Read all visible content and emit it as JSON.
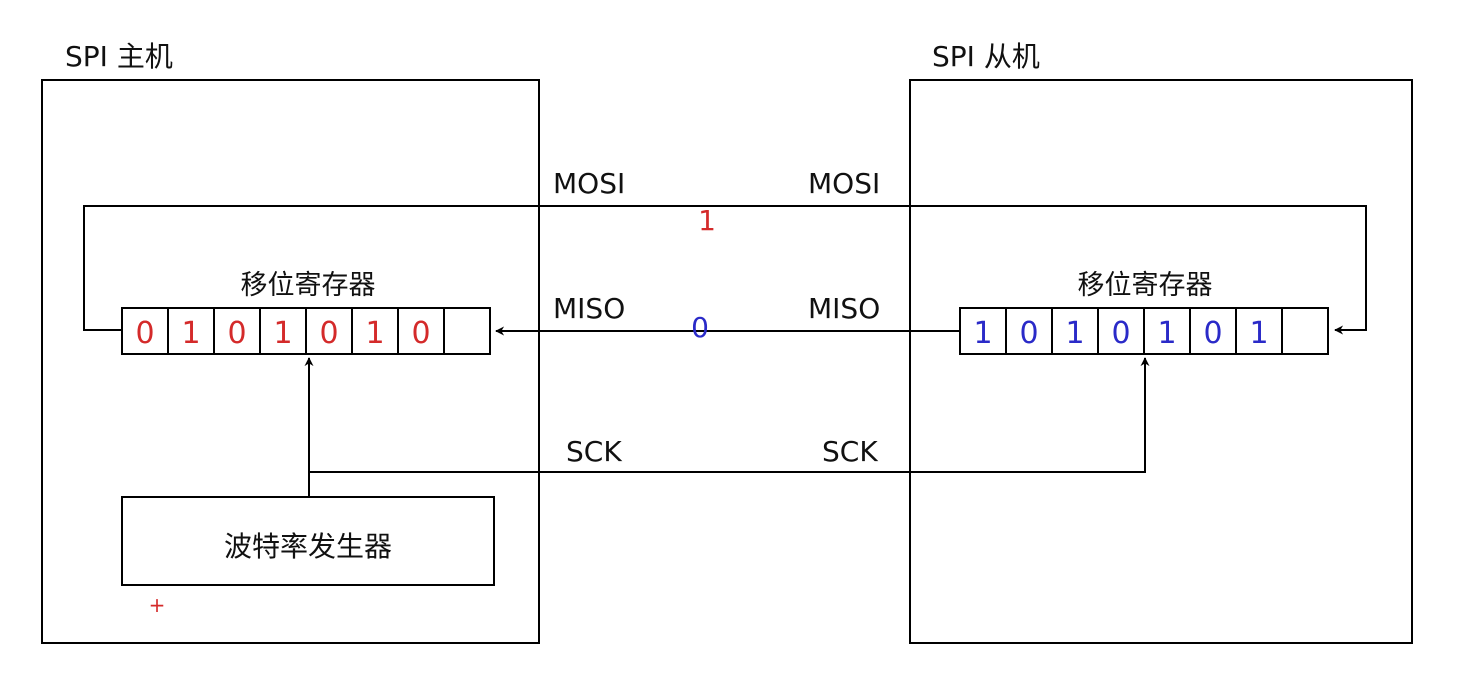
{
  "master": {
    "title": "SPI 主机",
    "register_label": "移位寄存器",
    "bits": [
      "0",
      "1",
      "0",
      "1",
      "0",
      "1",
      "0",
      ""
    ],
    "baud_label": "波特率发生器"
  },
  "slave": {
    "title": "SPI 从机",
    "register_label": "移位寄存器",
    "bits": [
      "1",
      "0",
      "1",
      "0",
      "1",
      "0",
      "1",
      ""
    ]
  },
  "signals": {
    "mosi_master": "MOSI",
    "mosi_slave": "MOSI",
    "miso_master": "MISO",
    "miso_slave": "MISO",
    "sck_master": "SCK",
    "sck_slave": "SCK",
    "mosi_bit": "1",
    "miso_bit": "0"
  },
  "cursor_mark": "+",
  "colors": {
    "master_bits": "#d42a2a",
    "slave_bits": "#2a2ac8",
    "line": "#000000"
  }
}
